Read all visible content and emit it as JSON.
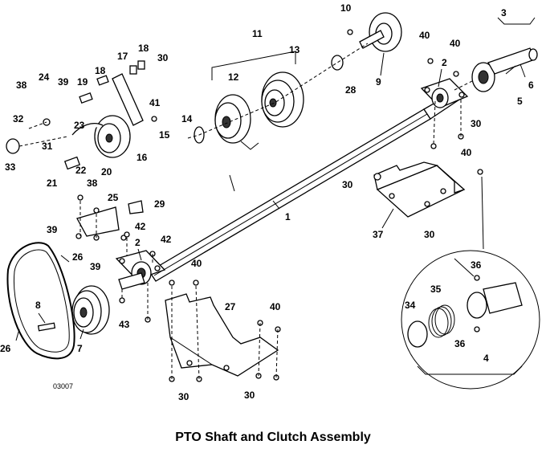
{
  "title": "PTO Shaft and Clutch Assembly",
  "figure_id": "03007",
  "callouts": {
    "c1": "1",
    "c2a": "2",
    "c2b": "2",
    "c3": "3",
    "c4": "4",
    "c5": "5",
    "c6": "6",
    "c7": "7",
    "c8": "8",
    "c9": "9",
    "c10": "10",
    "c11": "11",
    "c12": "12",
    "c13": "13",
    "c14": "14",
    "c15": "15",
    "c16": "16",
    "c17": "17",
    "c18a": "18",
    "c18b": "18",
    "c19": "19",
    "c20": "20",
    "c21": "21",
    "c22": "22",
    "c23": "23",
    "c24": "24",
    "c25": "25",
    "c26a": "26",
    "c26b": "26",
    "c27": "27",
    "c28": "28",
    "c29": "29",
    "c30a": "30",
    "c30b": "30",
    "c30c": "30",
    "c30d": "30",
    "c30e": "30",
    "c30f": "30",
    "c31": "31",
    "c32": "32",
    "c33": "33",
    "c34": "34",
    "c35": "35",
    "c36a": "36",
    "c36b": "36",
    "c37": "37",
    "c38a": "38",
    "c38b": "38",
    "c39a": "39",
    "c39b": "39",
    "c39c": "39",
    "c40a": "40",
    "c40b": "40",
    "c40c": "40",
    "c40d": "40",
    "c40e": "40",
    "c41": "41",
    "c42a": "42",
    "c42b": "42",
    "c43": "43"
  }
}
